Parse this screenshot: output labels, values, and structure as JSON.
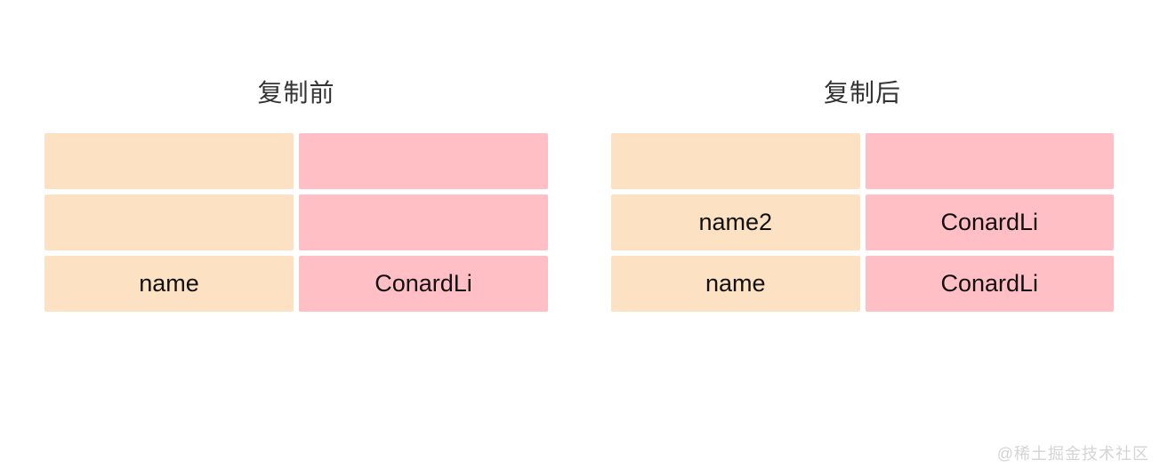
{
  "colors": {
    "page_background": "#ffffff",
    "key_cell_bg": "#fce1c2",
    "value_cell_bg": "#ffbfc5",
    "title_color": "#333333",
    "cell_text_color": "#111111",
    "watermark_color": "#d4d4d4"
  },
  "tables": {
    "before": {
      "title": "复制前",
      "rows": [
        {
          "key": "",
          "value": ""
        },
        {
          "key": "",
          "value": ""
        },
        {
          "key": "name",
          "value": "ConardLi"
        }
      ]
    },
    "after": {
      "title": "复制后",
      "rows": [
        {
          "key": "",
          "value": ""
        },
        {
          "key": "name2",
          "value": "ConardLi"
        },
        {
          "key": "name",
          "value": "ConardLi"
        }
      ]
    }
  },
  "watermark": {
    "text": "@稀土掘金技术社区"
  }
}
